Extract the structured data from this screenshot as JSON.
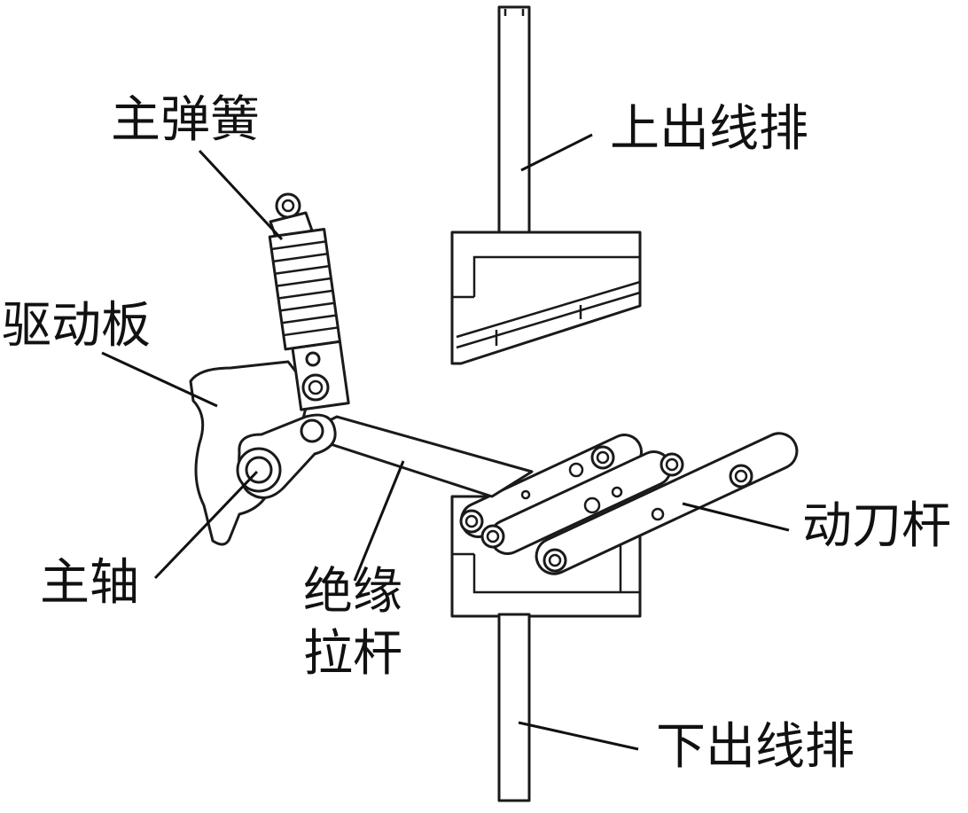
{
  "labels": {
    "main_spring": "主弹簧",
    "upper_busbar": "上出线排",
    "drive_plate": "驱动板",
    "main_shaft": "主轴",
    "insulating_rod_line1": "绝缘",
    "insulating_rod_line2": "拉杆",
    "moving_blade": "动刀杆",
    "lower_busbar": "下出线排"
  }
}
